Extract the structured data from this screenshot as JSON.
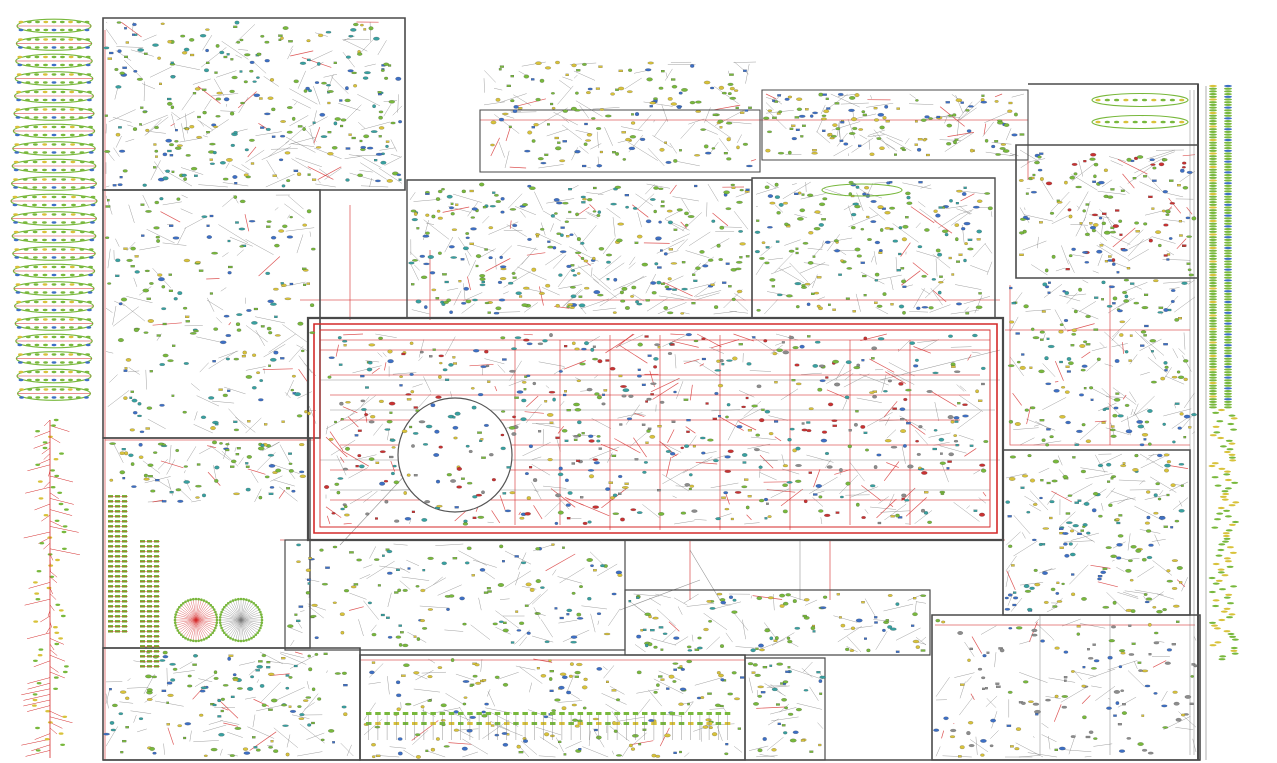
{
  "diagram": {
    "type": "network-map-overview",
    "labels_legible": false,
    "colors": {
      "background": "#ffffff",
      "compartment_border": "#4a4a4a",
      "edge_primary": "#d42a2a",
      "edge_secondary": "#7a7a7a",
      "node_green": "#78b83c",
      "node_blue": "#3d6fc4",
      "node_yellow": "#d8c23a",
      "node_teal": "#38a0a0",
      "node_red": "#c83232",
      "node_gray": "#8c8c8c"
    },
    "compartments": [
      {
        "id": "top-left-block",
        "border": "dark",
        "density": "high",
        "node_mix": "green-blue-yellow"
      },
      {
        "id": "left-central-block",
        "border": "dark",
        "density": "medium",
        "node_mix": "green-blue-yellow"
      },
      {
        "id": "central-main-block",
        "border": "red",
        "density": "very-high",
        "node_mix": "mixed",
        "feature": "large-circle"
      },
      {
        "id": "upper-middle-block",
        "border": "dark",
        "density": "high",
        "node_mix": "green-blue-yellow"
      },
      {
        "id": "upper-right-block",
        "border": "dark",
        "density": "medium",
        "node_mix": "green-red-blue"
      },
      {
        "id": "right-middle-block",
        "border": "dark",
        "density": "high",
        "node_mix": "green-blue-yellow"
      },
      {
        "id": "lower-right-block",
        "border": "dark",
        "density": "medium",
        "node_mix": "gray-green-blue"
      },
      {
        "id": "bottom-left-block",
        "border": "dark",
        "density": "medium",
        "node_mix": "green-blue-yellow"
      },
      {
        "id": "bottom-center-block",
        "border": "dark",
        "density": "high",
        "node_mix": "green-yellow"
      },
      {
        "id": "lower-center-block",
        "border": "dark",
        "density": "medium",
        "node_mix": "green-blue-yellow"
      }
    ],
    "decorative_groups": [
      {
        "id": "left-stacked-ovals",
        "shape": "oval-chain",
        "color": "node_green",
        "count": 22
      },
      {
        "id": "left-red-fan-column",
        "shape": "fan",
        "color": "edge_primary",
        "count": 1
      },
      {
        "id": "red-radial-wheel",
        "shape": "radial",
        "color": "edge_primary"
      },
      {
        "id": "gray-radial-wheel",
        "shape": "radial",
        "color": "edge_secondary"
      },
      {
        "id": "right-node-column",
        "shape": "vertical-list",
        "color": "node_green"
      }
    ]
  }
}
